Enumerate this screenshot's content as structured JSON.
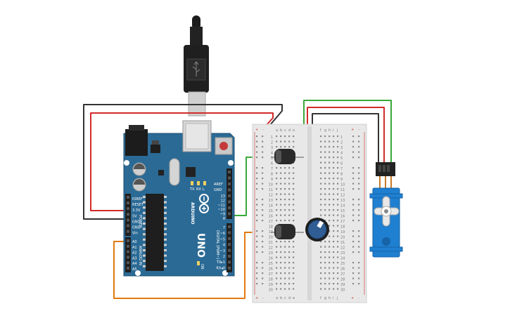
{
  "arduino": {
    "brand": "ARDUINO",
    "model": "UNO",
    "section_power": "POWER",
    "section_analog": "ANALOG IN",
    "section_digital": "DIGITAL (PWM~)",
    "aref": "AREF",
    "gnd": "GND",
    "power_pins": [
      "IOREF",
      "RESET",
      "3.3V",
      "5V",
      "GND",
      "GND",
      "Vin"
    ],
    "analog_pins": [
      "A0",
      "A1",
      "A2",
      "A3",
      "A4",
      "A5"
    ],
    "digital_top": [
      "13",
      "12",
      "~11",
      "~10",
      "~9",
      "8"
    ],
    "digital_bottom": [
      "7",
      "~6",
      "~5",
      "4",
      "~3",
      "2",
      "TX▸1",
      "RX◂0"
    ],
    "led_labels": [
      "TX",
      "RX",
      "L"
    ],
    "on_label": "ON"
  },
  "breadboard": {
    "columns_left": [
      "a",
      "b",
      "c",
      "d",
      "e"
    ],
    "columns_right": [
      "f",
      "g",
      "h",
      "i",
      "j"
    ],
    "rows": [
      "1",
      "2",
      "3",
      "4",
      "5",
      "6",
      "7",
      "8",
      "9",
      "10",
      "11",
      "12",
      "13",
      "14",
      "15",
      "16",
      "17",
      "18",
      "19",
      "20",
      "21",
      "22",
      "23",
      "24",
      "25",
      "26",
      "27",
      "28",
      "29",
      "30"
    ],
    "plus": "+",
    "minus": "-"
  },
  "colors": {
    "arduino_blue": "#2b6a95",
    "wire_red": "#d22a2a",
    "wire_black": "#333333",
    "wire_green": "#3aa83a",
    "wire_orange": "#e07a10",
    "servo_blue": "#1f7fd0",
    "breadboard": "#e8e8e8"
  }
}
